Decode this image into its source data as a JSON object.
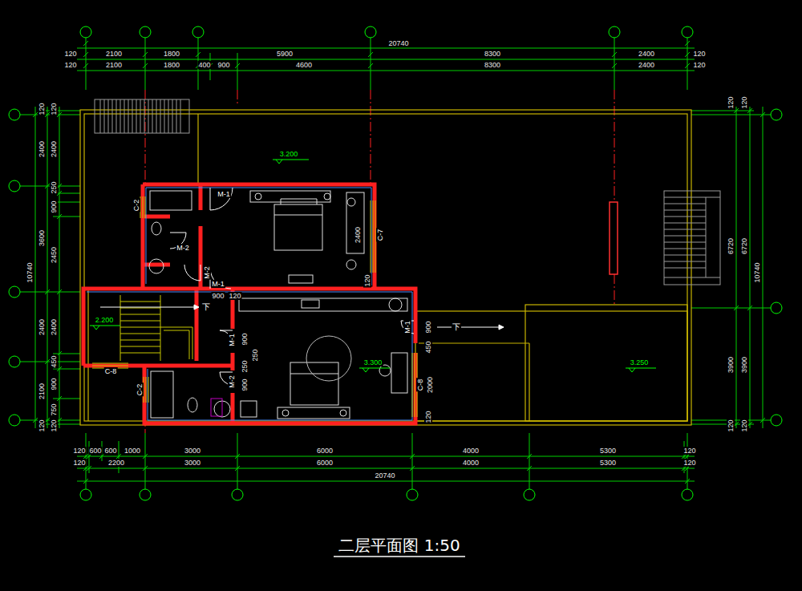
{
  "diagram": {
    "title": "二层平面图 1:50",
    "labels": [
      "20740",
      "2100",
      "1800",
      "5900",
      "8300",
      "2400",
      "2100",
      "1800",
      "400",
      "900",
      "4600",
      "8300",
      "2400",
      "120",
      "120",
      "120",
      "120",
      "120",
      "600",
      "600",
      "1000",
      "3000",
      "6000",
      "4000",
      "5300",
      "120",
      "120",
      "2200",
      "3000",
      "6000",
      "4000",
      "5300",
      "120",
      "20740",
      "10740",
      "120",
      "2400",
      "3600",
      "2400",
      "2100",
      "120",
      "120",
      "2400",
      "250",
      "900",
      "2450",
      "2400",
      "450",
      "900",
      "750",
      "120",
      "120",
      "6720",
      "3900",
      "120",
      "120",
      "6720",
      "3900",
      "120",
      "10740",
      "3.200",
      "M-1",
      "C-2",
      "M-2",
      "M-2",
      "M-1",
      "2400",
      "C-7",
      "120",
      "900",
      "120",
      "下",
      "2.200",
      "M-1",
      "900",
      "250",
      "250",
      "M-2",
      "900",
      "C-2",
      "M-1",
      "900",
      "下",
      "450",
      "3.300",
      "C-8",
      "2000",
      "120",
      "3.250",
      "C-8"
    ]
  }
}
